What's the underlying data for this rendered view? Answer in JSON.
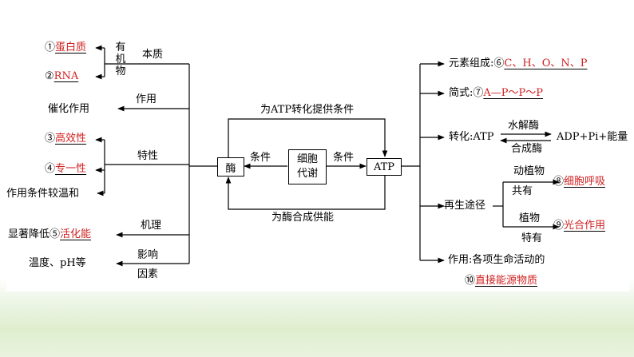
{
  "center": {
    "enzyme": "酶",
    "metab_line1": "细胞",
    "metab_line2": "代谢",
    "atp": "ATP",
    "cond_left": "条件",
    "cond_right": "条件",
    "top_label": "为ATP转化提供条件",
    "bottom_label": "为酶合成供能"
  },
  "left": {
    "item1_num": "①",
    "item1_ans": "蛋白质",
    "item2_num": "②",
    "item2_ans": "RNA",
    "you_ji_wu": [
      "有",
      "机",
      "物"
    ],
    "benzhi": "本质",
    "zuoyong": "作用",
    "cuihua": "催化作用",
    "item3_num": "③",
    "item3_ans": "高效性",
    "item4_num": "④",
    "item4_ans": "专一性",
    "texing": "特性",
    "wenhe": "作用条件较温和",
    "jili": "机理",
    "item5_prefix": "显著降低⑤",
    "item5_ans": "活化能",
    "yingxiang": "影响",
    "yinsu": "因素",
    "wendu": "温度、pH等"
  },
  "right": {
    "yuansu_label": "元素组成:",
    "item6_num": "⑥",
    "item6_ans": "C、H、O、N、P",
    "jianshi_label": "简式:",
    "item7_num": "⑦",
    "item7_ans": "A—P～P～P",
    "zhuanhua_label": "转化:ATP",
    "shuijiemei": "水解酶",
    "hechengmei": "合成酶",
    "products": "ADP+Pi+能量",
    "zaisheng": "再生途径",
    "dongzhiwu": "动植物",
    "gongyou": "共有",
    "item8_num": "⑧",
    "item8_ans": "细胞呼吸",
    "zhiwu": "植物",
    "teyou": "特有",
    "item9_num": "⑨",
    "item9_ans": "光合作用",
    "zuoyong_label": "作用:各项生命活动的",
    "item10_num": "⑩",
    "item10_ans": "直接能源物质"
  }
}
